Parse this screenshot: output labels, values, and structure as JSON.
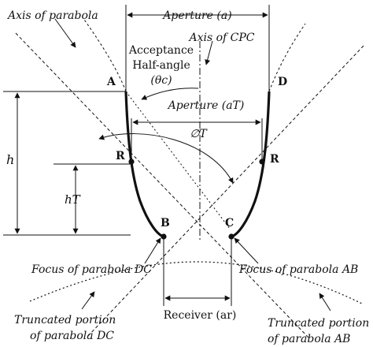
{
  "labels": {
    "axis_of_parabola": "Axis of parabola",
    "aperture_a": "Aperture (a)",
    "axis_of_cpc": "Axis of CPC",
    "acceptance_line1": "Acceptance",
    "acceptance_line2": "Half-angle",
    "acceptance_line3": "(θc)",
    "aperture_at": "Aperture (aT)",
    "phi_t": "∅T",
    "h": "h",
    "h_t": "hT",
    "point_a": "A",
    "point_d": "D",
    "point_r_left": "R",
    "point_r_right": "R",
    "point_b": "B",
    "point_c": "C",
    "focus_dc": "Focus of parabola DC",
    "focus_ab": "Focus of parabola AB",
    "receiver": "Receiver (ar)",
    "truncated_dc_1": "Truncated portion",
    "truncated_dc_2": "of parabola DC",
    "truncated_ab_1": "Truncated portion",
    "truncated_ab_2": "of parabola AB"
  },
  "colors": {
    "ink": "#111111",
    "background": "#ffffff"
  }
}
